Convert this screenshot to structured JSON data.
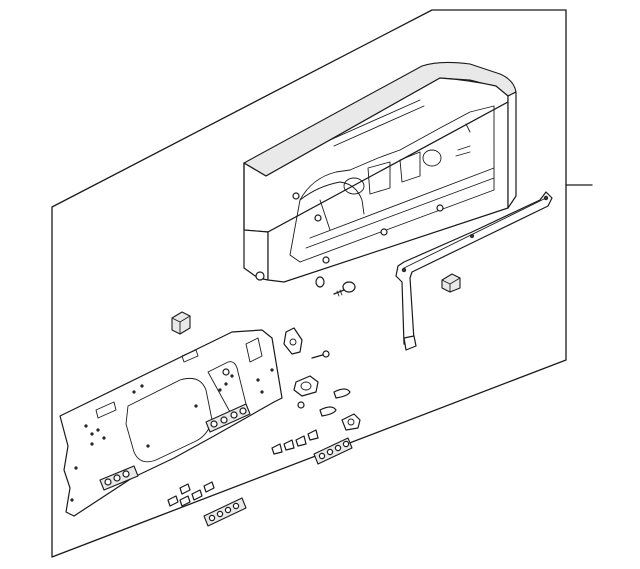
{
  "diagram": {
    "callouts": [
      {
        "target": "instrument-cluster-assembly",
        "label": ""
      }
    ],
    "parts": [
      "cluster-housing",
      "mounting-bracket",
      "clip",
      "screw",
      "circuit-board",
      "bulb-sockets",
      "bulbs",
      "connectors"
    ]
  }
}
